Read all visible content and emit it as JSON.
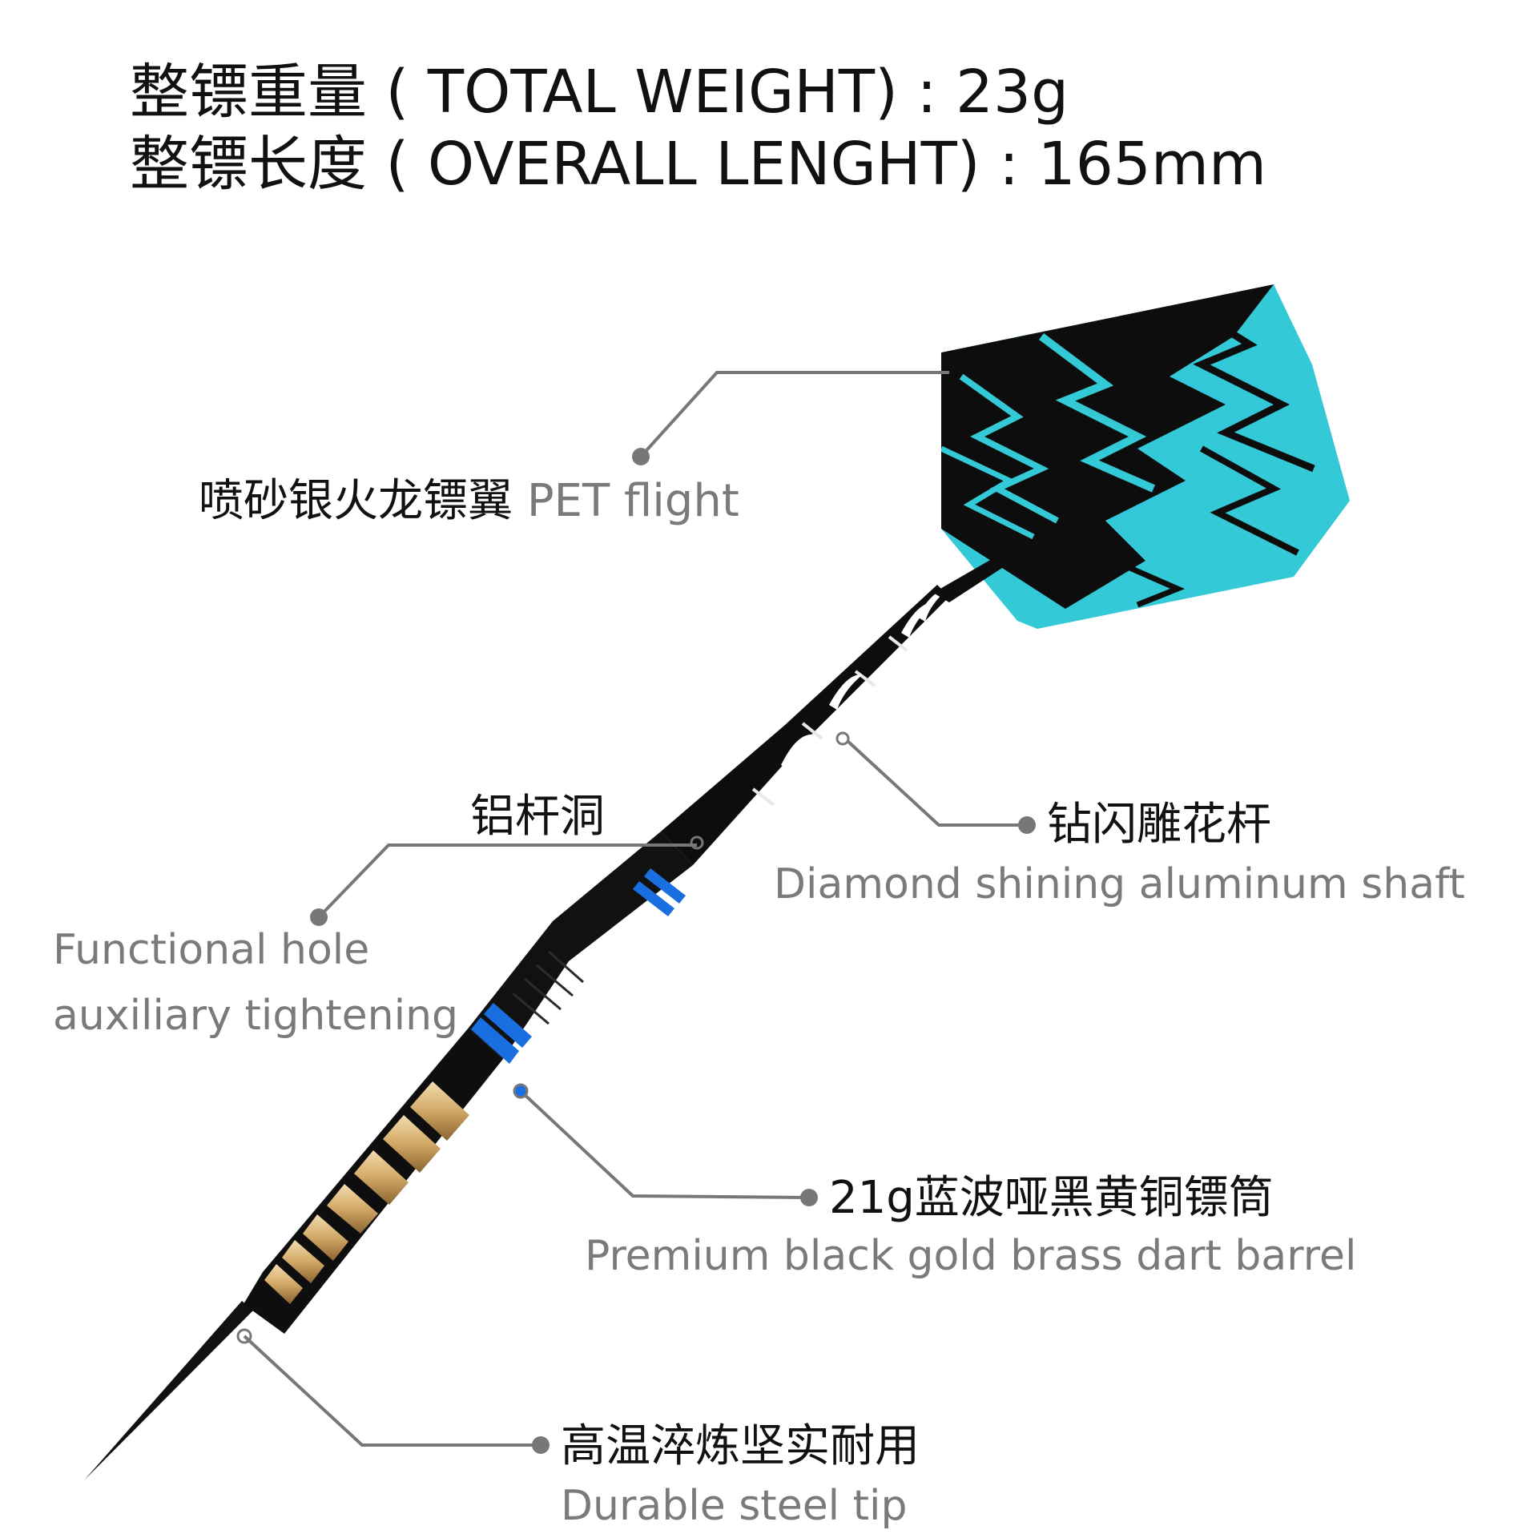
{
  "specs": {
    "total_weight": "整镖重量 ( TOTAL WEIGHT) : 23g",
    "overall_length": "整镖长度 ( OVERALL LENGHT) : 165mm"
  },
  "callouts": {
    "flight": {
      "cn": "喷砂银火龙镖翼",
      "en": "PET flight"
    },
    "hole": {
      "cn": "铝杆洞",
      "en_line1": "Functional hole",
      "en_line2": "auxiliary tightening"
    },
    "shaft": {
      "cn": "钻闪雕花杆",
      "en": "Diamond shining aluminum shaft"
    },
    "barrel": {
      "cn": "21g蓝波哑黑黄铜镖筒",
      "en": "Premium black gold brass dart barrel"
    },
    "tip": {
      "cn": "高温淬炼坚实耐用",
      "en": "Durable steel tip"
    }
  },
  "colors": {
    "flight_cyan": "#33c9d6",
    "flight_black": "#0d0d0d",
    "barrel_blue": "#1a6fe0",
    "barrel_gold": "#d8b47c",
    "leader_line": "#777777",
    "english_text": "#7a7a7a"
  }
}
